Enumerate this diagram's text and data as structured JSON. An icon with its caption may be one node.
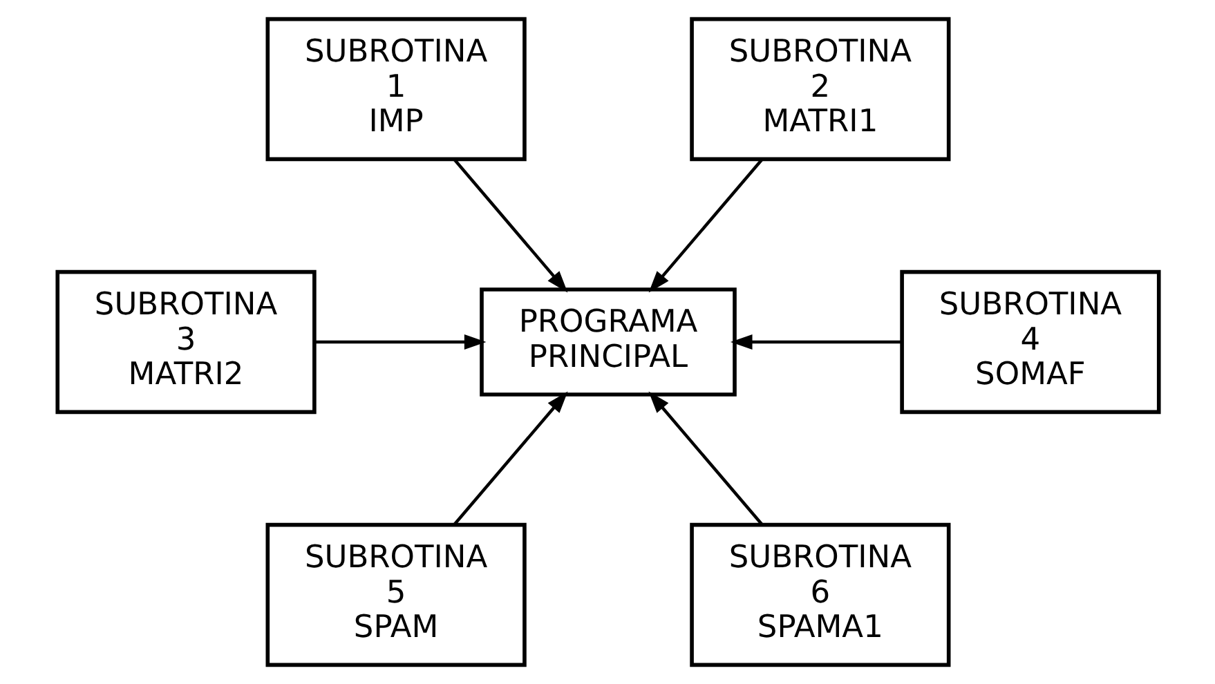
{
  "diagram": {
    "nodes": [
      {
        "text": [
          "PROGRAMA",
          "PRINCIPAL"
        ]
      },
      {
        "text": [
          "SUBROTINA",
          "1",
          "IMP"
        ]
      },
      {
        "text": [
          "SUBROTINA",
          "2",
          "MATRI1"
        ]
      },
      {
        "text": [
          "SUBROTINA",
          "3",
          "MATRI2"
        ]
      },
      {
        "text": [
          "SUBROTINA",
          "4",
          "SOMAF"
        ]
      },
      {
        "text": [
          "SUBROTINA",
          "5",
          "SPAM"
        ]
      },
      {
        "text": [
          "SUBROTINA",
          "6",
          "SPAMA1"
        ]
      }
    ],
    "edges": [
      {
        "from": 1,
        "to": 0,
        "arrow": "to"
      },
      {
        "from": 2,
        "to": 0,
        "arrow": "to"
      },
      {
        "from": 3,
        "to": 0,
        "arrow": "to"
      },
      {
        "from": 4,
        "to": 0,
        "arrow": "to"
      },
      {
        "from": 5,
        "to": 0,
        "arrow": "to"
      },
      {
        "from": 6,
        "to": 0,
        "arrow": "to"
      }
    ]
  }
}
